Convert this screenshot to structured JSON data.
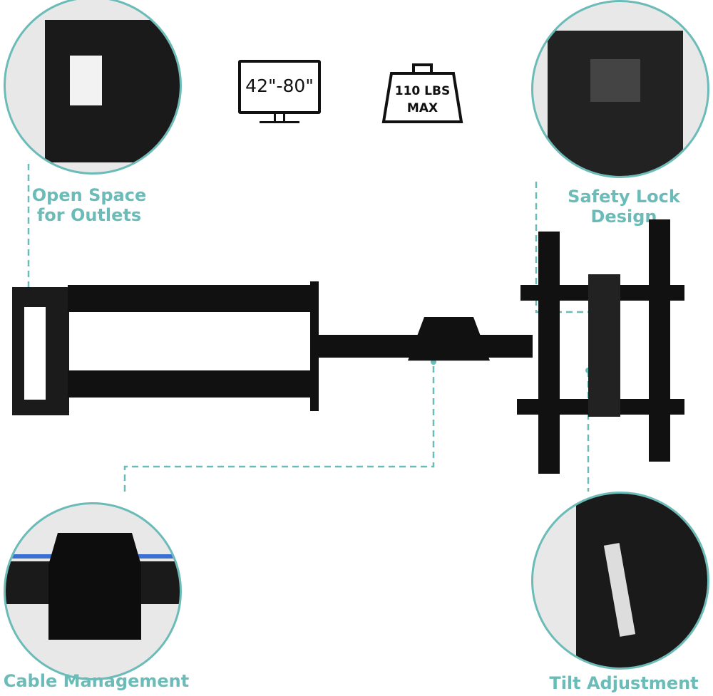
{
  "features": {
    "outlets": "Open Space\nfor Outlets",
    "outlets_line1": "Open Space",
    "outlets_line2": "for Outlets",
    "safety_lock": "Safety Lock Design",
    "cable": "Cable Management",
    "tilt": "Tilt Adjustment"
  },
  "specs": {
    "screen_size": "42\"-80\"",
    "weight_line1": "110 LBS",
    "weight_line2": "MAX"
  },
  "colors": {
    "accent": "#6bbcb8",
    "product": "#111111"
  }
}
